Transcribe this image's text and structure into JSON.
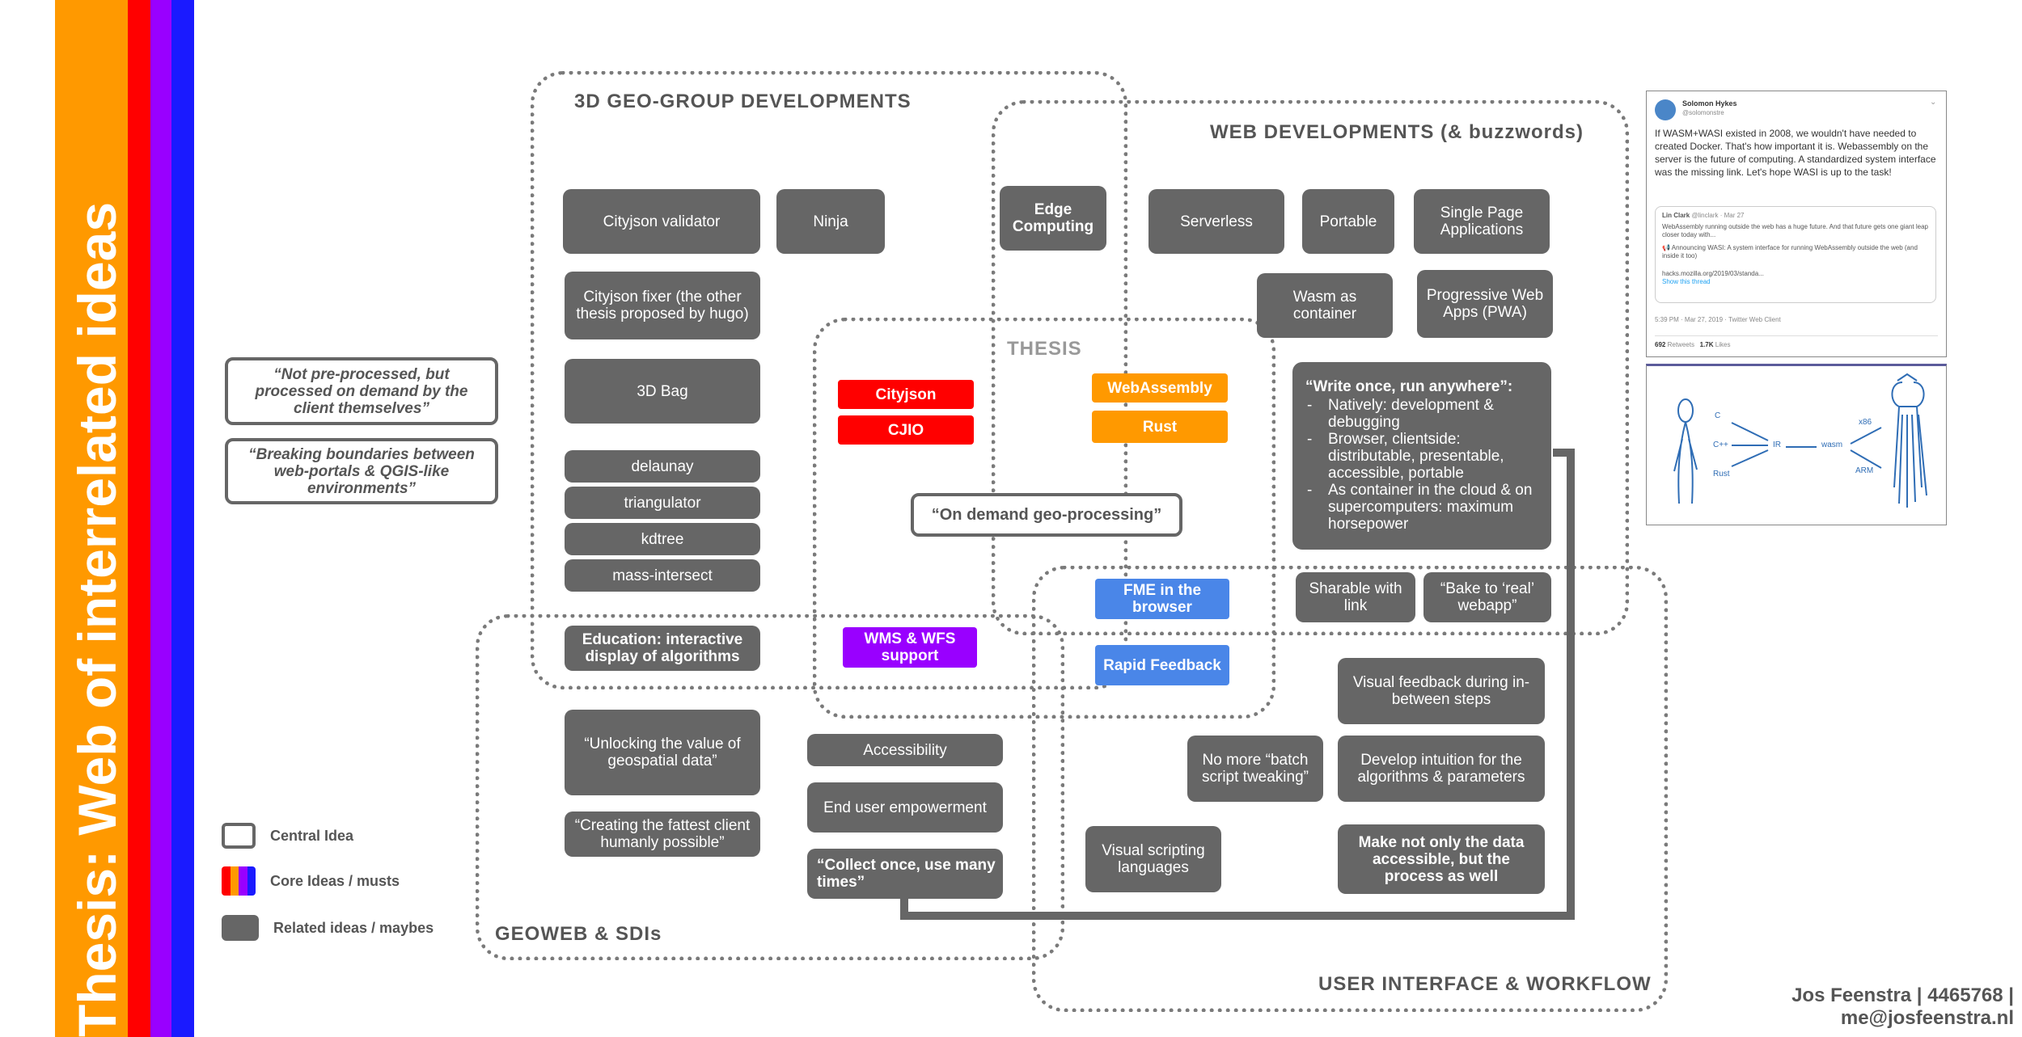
{
  "side_title": "Thesis: Web of interrelated ideas",
  "colors": {
    "stripe_orange": "#ff9900",
    "stripe_red": "#ff0000",
    "stripe_purple": "#9900ff",
    "stripe_blue": "#1a1aff",
    "gray": "#666666",
    "red": "#ff0000",
    "orange": "#ff9900",
    "purple": "#9900ff",
    "blue": "#4a86e8"
  },
  "regions": {
    "geo3d": "3D GEO-GROUP DEVELOPMENTS",
    "web": "WEB DEVELOPMENTS (& buzzwords)",
    "thesis": "THESIS",
    "geoweb": "GEOWEB & SDIs",
    "ui": "USER INTERFACE & WORKFLOW"
  },
  "boxes": {
    "cityjson_validator": "Cityjson validator",
    "ninja": "Ninja",
    "cityjson_fixer": "Cityjson fixer (the other thesis proposed by hugo)",
    "bag3d": "3D Bag",
    "delaunay": "delaunay",
    "triangulator": "triangulator",
    "kdtree": "kdtree",
    "mass_intersect": "mass-intersect",
    "education": "Education: interactive display of  algorithms",
    "edge_computing": "Edge Computing",
    "serverless": "Serverless",
    "portable": "Portable",
    "spa": "Single Page Applications",
    "wasm_container": "Wasm as container",
    "pwa": "Progressive Web Apps (PWA)",
    "sharable": "Sharable with link",
    "bake": "“Bake to ‘real’ webapp”",
    "cityjson": "Cityjson",
    "cjio": "CJIO",
    "webassembly": "WebAssembly",
    "rust": "Rust",
    "on_demand": "“On demand geo-processing”",
    "fme": "FME in the browser",
    "rapid": "Rapid Feedback",
    "wms": "WMS & WFS support",
    "unlocking": "“Unlocking the value  of geospatial data”",
    "fattest": "“Creating the fattest client humanly possible”",
    "accessibility": "Accessibility",
    "empowerment": "End user empowerment",
    "collect": "“Collect once, use many times”",
    "visual_feedback": "Visual feedback during in-between steps",
    "no_batch": "No more “batch script tweaking”",
    "intuition": "Develop intuition for the algorithms & parameters",
    "visual_scripting": "Visual scripting languages",
    "make_accessible": "Make not only the data accessible, but the process as well",
    "not_preprocessed": "“Not pre-processed, but processed on demand by the client themselves”",
    "breaking": "“Breaking boundaries between web-portals & QGIS-like environments”"
  },
  "write_once": {
    "title": "“Write once, run anywhere”:",
    "items": [
      "Natively: development & debugging",
      "Browser, clientside: distributable, presentable, accessible, portable",
      "As container in the cloud & on supercomputers: maximum horsepower"
    ]
  },
  "legend": {
    "central": "Central Idea",
    "core": "Core Ideas / musts",
    "related": "Related ideas / maybes"
  },
  "footer": {
    "line1": "Jos Feenstra | 4465768 |",
    "line2": "me@josfeenstra.nl"
  },
  "tweet": {
    "author": "Solomon Hykes",
    "handle": "@solomonstre",
    "text": "If WASM+WASI existed in 2008, we wouldn't have needed to created Docker. That's how important it is. Webassembly on the server is the future of computing. A standardized system interface was the missing link. Let's hope WASI is up to the task!",
    "quote_author": "Lin Clark",
    "quote_handle": "@linclark · Mar 27",
    "quote_text": "WebAssembly running outside the web has a huge future. And that future gets one giant leap closer today with...",
    "quote_text2": "📢 Announcing WASI: A system interface for running WebAssembly outside the web (and inside it too)",
    "quote_link": "hacks.mozilla.org/2019/03/standa...",
    "show_thread": "Show this thread",
    "time": "5:39 PM · Mar 27, 2019 · Twitter Web Client",
    "retweets_num": "692",
    "retweets_label": "Retweets",
    "likes_num": "1.7K",
    "likes_label": "Likes"
  },
  "wasm_diagram": {
    "c": "C",
    "cpp": "C++",
    "rust": "Rust",
    "ir": "IR",
    "wasm": "wasm",
    "x86": "x86",
    "arm": "ARM"
  }
}
